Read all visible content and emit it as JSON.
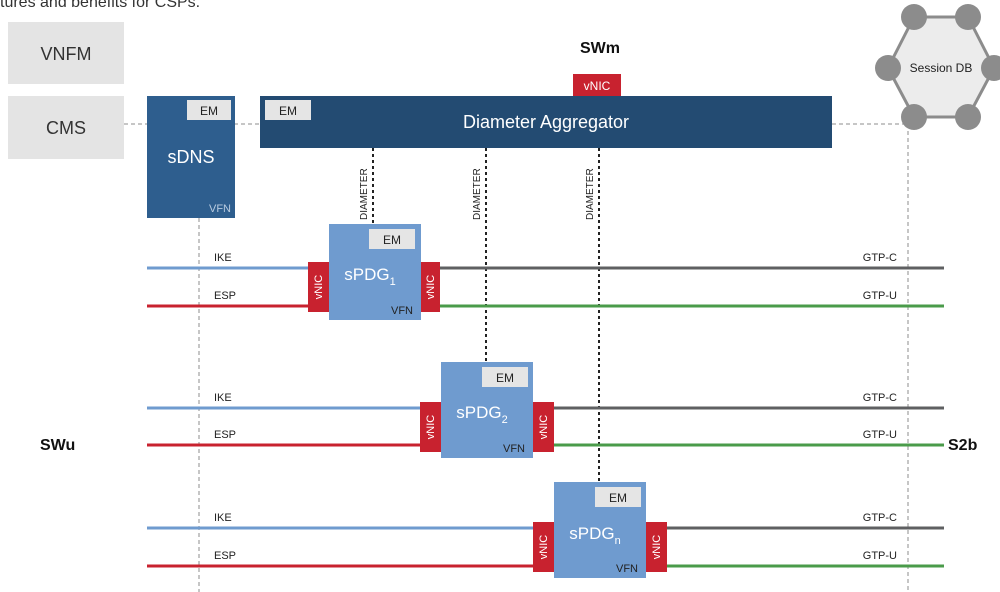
{
  "caption": "tures and benefits for CSPs.",
  "side_boxes": {
    "vnfm": "VNFM",
    "cms": "CMS"
  },
  "interfaces": {
    "swm": "SWm",
    "swu": "SWu",
    "s2b": "S2b"
  },
  "session_db": "Session DB",
  "vnic_label": "vNIC",
  "em_label": "EM",
  "vfn_label": "VFN",
  "diameter_aggregator": "Diameter Aggregator",
  "sdns": "sDNS",
  "diameter_label": "DIAMETER",
  "line_labels": {
    "ike": "IKE",
    "esp": "ESP",
    "gtp_c": "GTP-C",
    "gtp_u": "GTP-U"
  },
  "pdg_prefix": "sPDG",
  "pdgs": [
    {
      "sub": "1"
    },
    {
      "sub": "2"
    },
    {
      "sub": "n"
    }
  ],
  "colors": {
    "dark_blue": "#234b72",
    "sdns_blue": "#2e5e8e",
    "light_blue": "#6f9bcf",
    "vnic_red": "#c8222f",
    "ike_line": "#6f9bcf",
    "esp_line": "#c8222f",
    "gtp_c_line": "#5f6062",
    "gtp_u_line": "#4a9b4a",
    "em_box": "#e5e5e5",
    "side_box": "#e4e4e4",
    "session_db": "#8c8c8c"
  }
}
